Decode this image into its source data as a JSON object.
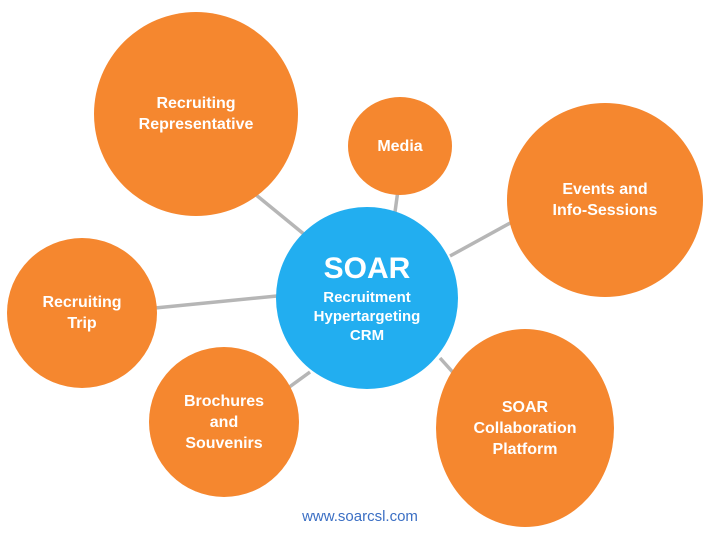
{
  "hub": {
    "title": "SOAR",
    "subtitle_lines": [
      "Recruitment",
      "Hypertargeting",
      "CRM"
    ]
  },
  "nodes": {
    "recruiting_representative": [
      "Recruiting",
      "Representative"
    ],
    "media": [
      "Media"
    ],
    "events": [
      "Events and",
      "Info-Sessions"
    ],
    "recruiting_trip": [
      "Recruiting",
      "Trip"
    ],
    "brochures": [
      "Brochures",
      "and",
      "Souvenirs"
    ],
    "collaboration": [
      "SOAR",
      "Collaboration",
      "Platform"
    ]
  },
  "footer": {
    "url": "www.soarcsl.com"
  },
  "colors": {
    "hub": "#22aef0",
    "node": "#f5872f",
    "connector": "#b6b6b6",
    "text": "#ffffff",
    "url": "#3b6fc4"
  }
}
